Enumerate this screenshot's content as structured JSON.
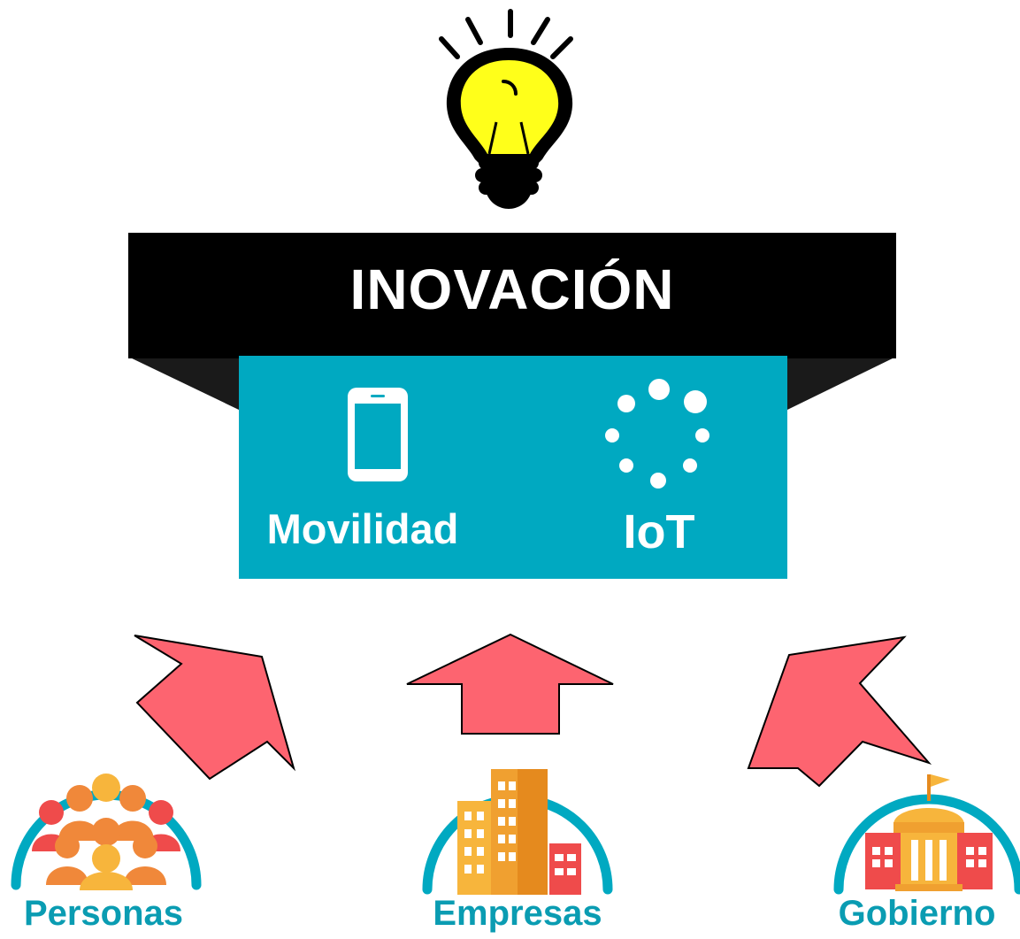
{
  "banner": {
    "title": "INOVACIÓN"
  },
  "panel": {
    "items": [
      {
        "label": "Movilidad",
        "icon": "mobile-phone-icon"
      },
      {
        "label": "IoT",
        "icon": "iot-dots-icon"
      }
    ]
  },
  "groups": [
    {
      "label": "Personas",
      "icon": "people-group-icon"
    },
    {
      "label": "Empresas",
      "icon": "office-buildings-icon"
    },
    {
      "label": "Gobierno",
      "icon": "government-building-icon"
    }
  ],
  "colors": {
    "banner": "#000000",
    "panel": "#00a9c1",
    "arrow": "#fd6470",
    "ring": "#00a9c1",
    "label": "#0a9cb2",
    "bulb": "#ffff1a"
  }
}
